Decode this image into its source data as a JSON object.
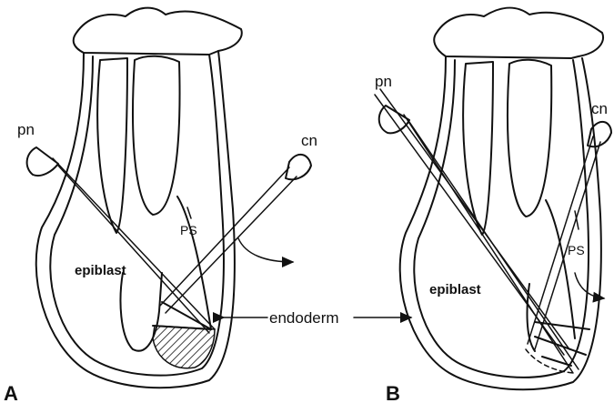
{
  "figure": {
    "panel_a": {
      "panel_label": "A",
      "pn_label": "pn",
      "cn_label": "cn",
      "ps_label": "PS",
      "epiblast_label": "epiblast"
    },
    "panel_b": {
      "panel_label": "B",
      "pn_label": "pn",
      "cn_label": "cn",
      "ps_label": "PS",
      "epiblast_label": "epiblast"
    },
    "endoderm_label": "endoderm"
  }
}
